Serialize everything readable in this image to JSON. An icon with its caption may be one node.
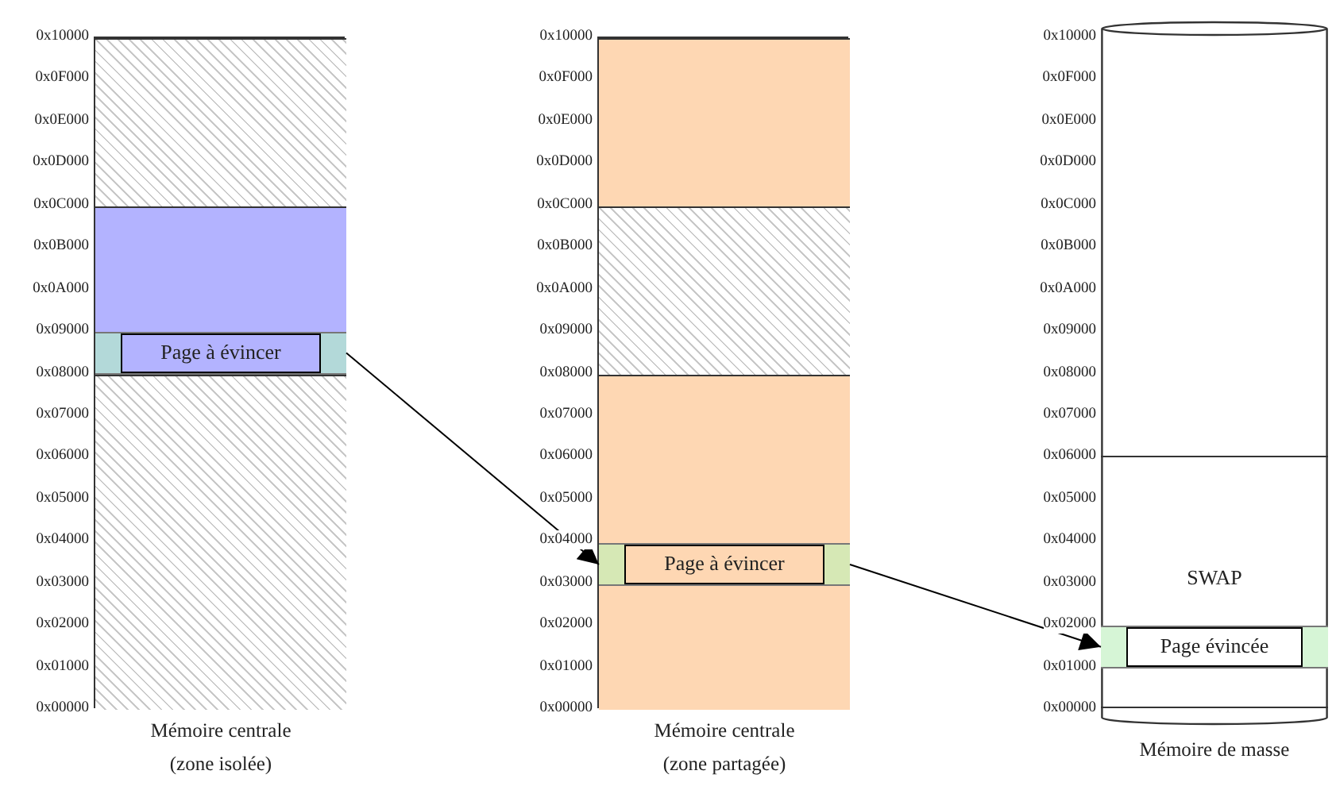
{
  "diagram": {
    "nodes": [
      {
        "text": [
          "Mémoire centrale (zone isolée)"
        ]
      },
      {
        "text": [],
        "shape": "box",
        "in": 0
      },
      {
        "text": [],
        "shape": "box",
        "in": 0
      },
      {
        "text": [
          "Page à évincer"
        ],
        "in": 0
      },
      {
        "text": [],
        "shape": "box",
        "in": 0
      },
      {
        "text": [
          "Mémoire centrale (zone partagée)"
        ]
      },
      {
        "text": [],
        "shape": "box",
        "in": 5
      },
      {
        "text": [],
        "shape": "box",
        "in": 5
      },
      {
        "text": [],
        "shape": "box",
        "in": 5
      },
      {
        "text": [
          "Page à évincer"
        ],
        "in": 8
      },
      {
        "text": [
          "Mémoire de masse"
        ]
      },
      {
        "text": [
          "SWAP"
        ],
        "in": 10
      },
      {
        "text": [
          "Page évincée"
        ],
        "in": 11
      }
    ],
    "edges": [
      {
        "from": 3,
        "to": 9,
        "arrow": "to"
      },
      {
        "from": 9,
        "to": 12,
        "arrow": "to"
      }
    ],
    "labels": [
      "0x10000",
      "0x0F000",
      "0x0E000",
      "0x0D000",
      "0x0C000",
      "0x0B000",
      "0x0A000",
      "0x09000",
      "0x08000",
      "0x07000",
      "0x06000",
      "0x05000",
      "0x04000",
      "0x03000",
      "0x02000",
      "0x01000",
      "0x00000",
      "0x10000",
      "0x0F000",
      "0x0E000",
      "0x0D000",
      "0x0C000",
      "0x0B000",
      "0x0A000",
      "0x09000",
      "0x08000",
      "0x07000",
      "0x06000",
      "0x05000",
      "0x04000",
      "0x03000",
      "0x02000",
      "0x01000",
      "0x00000",
      "0x10000",
      "0x0F000",
      "0x0E000",
      "0x0D000",
      "0x0C000",
      "0x0B000",
      "0x0A000",
      "0x09000",
      "0x08000",
      "0x07000",
      "0x06000",
      "0x05000",
      "0x04000",
      "0x03000",
      "0x02000",
      "0x01000",
      "0x00000"
    ]
  }
}
